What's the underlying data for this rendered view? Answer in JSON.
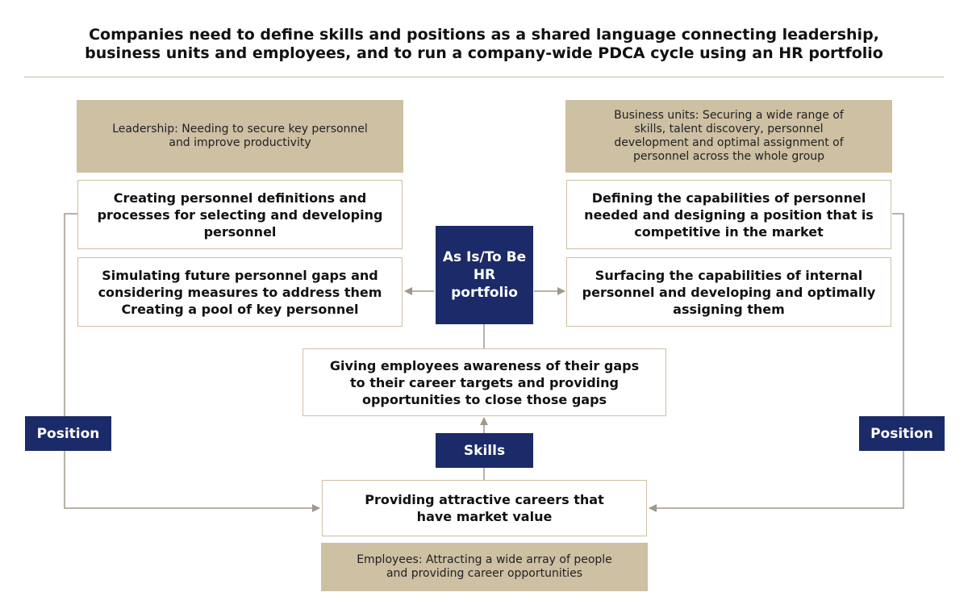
{
  "title": "Companies need to define skills and positions as a shared language connecting leadership,\nbusiness units and employees, and to run a company-wide PDCA cycle using an HR portfolio",
  "leadership": {
    "header": "Leadership: Needing to secure key personnel\nand improve productivity",
    "box1": "Creating personnel definitions and\nprocesses for selecting and developing\npersonnel",
    "box2": "Simulating future personnel gaps and\nconsidering measures to address them\nCreating a pool of key personnel"
  },
  "business_units": {
    "header": "Business units: Securing a wide range of\nskills, talent discovery, personnel\ndevelopment and optimal assignment of\npersonnel across the whole group",
    "box1": "Defining the capabilities of personnel\nneeded and designing a position that is\ncompetitive in the market",
    "box2": "Surfacing the capabilities of internal\npersonnel and developing and optimally\nassigning them"
  },
  "center": {
    "portfolio": "As Is/To Be\nHR\nportfolio",
    "gaps": "Giving employees awareness of their gaps\nto their career targets and providing\nopportunities to close those gaps",
    "skills": "Skills"
  },
  "employees": {
    "careers": "Providing attractive careers that\nhave market value",
    "footer": "Employees: Attracting a wide array of people\nand providing career opportunities"
  },
  "position_left": "Position",
  "position_right": "Position",
  "colors": {
    "navy": "#1b2a68",
    "tan": "#cdc0a3",
    "connector": "#a0988a"
  }
}
